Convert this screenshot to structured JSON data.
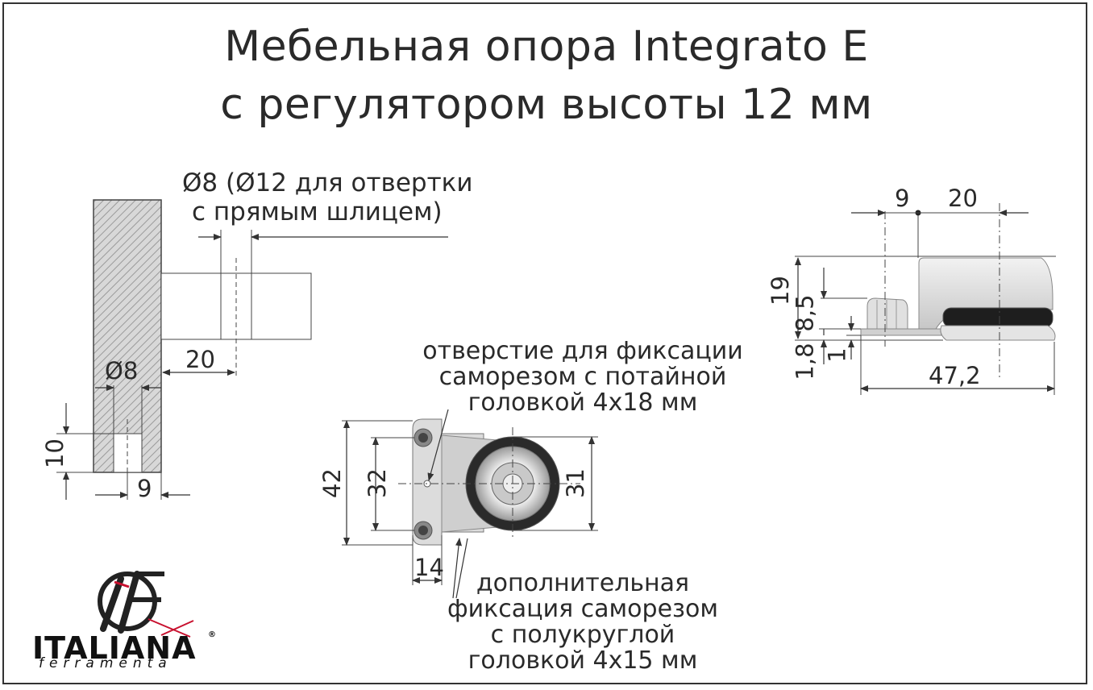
{
  "title": {
    "line1": "Мебельная опора Integrato E",
    "line2": "с регулятором высоты 12 мм"
  },
  "left_view": {
    "hole_note_line1": "Ø8 (Ø12 для отвертки",
    "hole_note_line2": "с прямым шлицем)",
    "dim_20": "20",
    "dim_d8": "Ø8",
    "dim_10": "10",
    "dim_9": "9"
  },
  "center_view": {
    "top_note_line1": "отверстие для фиксации",
    "top_note_line2": "саморезом с потайной",
    "top_note_line3": "головкой 4x18 мм",
    "dim_42": "42",
    "dim_32": "32",
    "dim_31": "31",
    "dim_14": "14",
    "bottom_note_line1": "дополнительная",
    "bottom_note_line2": "фиксация саморезом",
    "bottom_note_line3": "с полукруглой",
    "bottom_note_line4": "головкой 4x15 мм"
  },
  "right_view": {
    "dim_9": "9",
    "dim_20": "20",
    "dim_19": "19",
    "dim_8_5": "8,5",
    "dim_1_8": "1,8",
    "dim_1": "1",
    "dim_47_2": "47,2"
  },
  "logo": {
    "brand": "ITALIANA",
    "sub": "ferramenta",
    "registered": "®"
  }
}
